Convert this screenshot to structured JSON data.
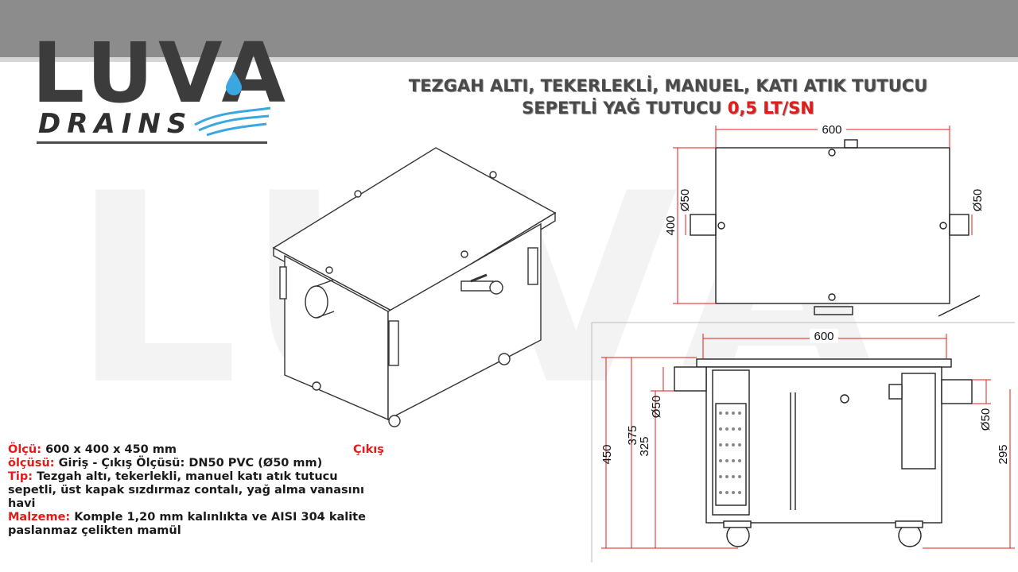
{
  "logo": {
    "word": "LUVA",
    "sub": "DRAINS"
  },
  "title": {
    "line1": "TEZGAH ALTI, TEKERLEKLİ, MANUEL, KATI ATIK TUTUCU",
    "line2_main": "SEPETLİ YAĞ TUTUCU ",
    "line2_rate": "0,5 LT/SN"
  },
  "watermark": "LUVA",
  "specs": {
    "exit_label": "Çıkış",
    "size_label": "Ölçü:",
    "size_value": " 600 x 400 x 450 mm",
    "io_label": "ölçüsü:",
    "io_value": " Giriş - Çıkış Ölçüsü: DN50 PVC (Ø50 mm)",
    "type_label": "Tip:",
    "type_value": "   Tezgah altı, tekerlekli, manuel katı atık tutucu sepetli, üst kapak sızdırmaz contalı, yağ alma vanasını havi",
    "material_label": "Malzeme:",
    "material_value": " Komple 1,20 mm kalınlıkta ve AISI 304 kalite paslanmaz çelikten mamül"
  },
  "top_view": {
    "width": "600",
    "depth": "400",
    "inlet_diameter": "Ø50",
    "outlet_diameter": "Ø50"
  },
  "side_view": {
    "width": "600",
    "total_height": "450",
    "inlet_height": "375",
    "outlet_height": "325",
    "inlet_diameter": "Ø50",
    "outlet_diameter": "Ø50",
    "outlet_level": "295"
  },
  "colors": {
    "accent_red": "#e31b1b",
    "banner_gray": "#8c8c8c",
    "text_dark": "#4a4a4a"
  }
}
